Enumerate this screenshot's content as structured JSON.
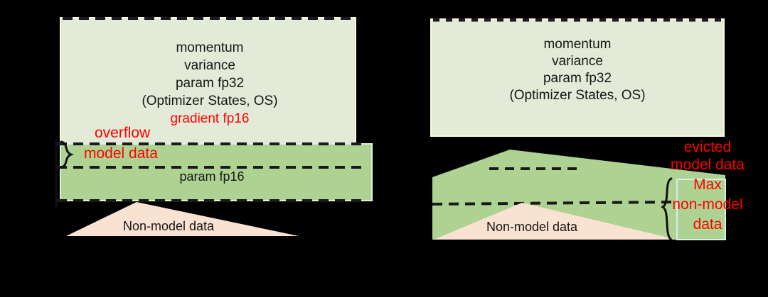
{
  "diagram": {
    "title": "Model data and non-model data memory layout comparison",
    "type": "memory-layout-diagram",
    "colors": {
      "light_green": "#E3EBD8",
      "mid_green": "#AED291",
      "dark_green_fill": "#A9CF92",
      "peach": "#FAE2D3",
      "red": "#FF0000",
      "black": "#161616",
      "dash": "#1A1A1A",
      "background": "#000000"
    },
    "panels": [
      {
        "id": "left",
        "name": "static-partition-panel",
        "optimizer_block": {
          "name": "optimizer-states-block",
          "lines": [
            {
              "text": "momentum",
              "color": "black"
            },
            {
              "text": "variance",
              "color": "black"
            },
            {
              "text": "param fp32",
              "color": "black"
            },
            {
              "text": "(Optimizer States, OS)",
              "color": "black"
            },
            {
              "text": "gradient fp16",
              "color": "red"
            }
          ]
        },
        "overflow_label": "overflow",
        "model_data_label": "model data",
        "param_fp16_label": "param fp16",
        "non_model_data_label": "Non-model data"
      },
      {
        "id": "right",
        "name": "dynamic-partition-panel",
        "optimizer_block": {
          "name": "optimizer-states-block",
          "lines": [
            {
              "text": "momentum",
              "color": "black"
            },
            {
              "text": "variance",
              "color": "black"
            },
            {
              "text": "param fp32",
              "color": "black"
            },
            {
              "text": "(Optimizer States, OS)",
              "color": "black"
            }
          ]
        },
        "evicted_label_line1": "evicted",
        "evicted_label_line2": "model data",
        "max_label_line1": "Max",
        "max_label_line2": "non-model",
        "max_label_line3": "data",
        "non_model_data_label": "Non-model data"
      }
    ]
  }
}
